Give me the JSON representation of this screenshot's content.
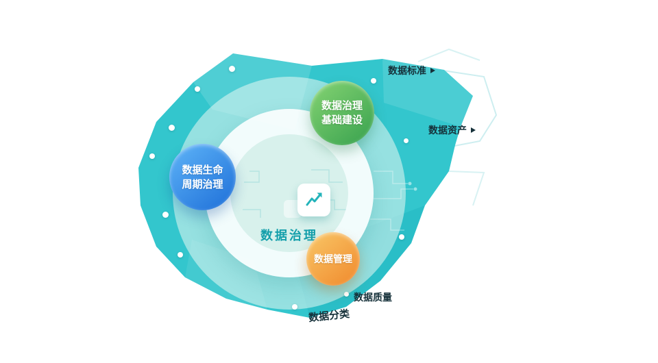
{
  "diagram": {
    "title": "数据治理",
    "center": {
      "label": "数据治理",
      "icon": "trend-chart-icon"
    },
    "badges": [
      {
        "id": "foundation",
        "line1": "数据治理",
        "line2": "基础建设",
        "color": "#4cb85c"
      },
      {
        "id": "lifecycle",
        "line1": "数据生命",
        "line2": "周期治理",
        "color": "#2e86e8"
      },
      {
        "id": "management",
        "line1": "数据管理",
        "line2": "",
        "color": "#f59b3c"
      }
    ],
    "annotations": [
      {
        "text": "数据标准"
      },
      {
        "text": "数据资产"
      },
      {
        "text": "数据质量"
      },
      {
        "text": "数据分类"
      }
    ],
    "colors": {
      "blob_teal": "#33c6cd",
      "blob_light": "#9fe5e4",
      "ring_fill": "#d8f1ec",
      "accent_teal": "#149fab",
      "annotation_dark": "#16313a"
    }
  }
}
